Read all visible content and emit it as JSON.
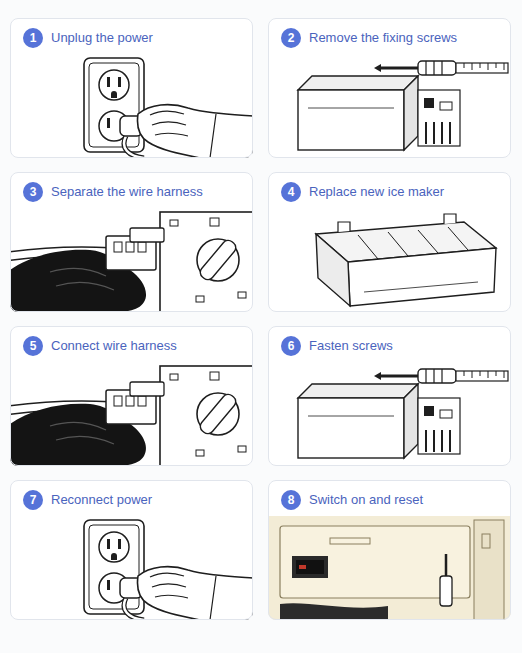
{
  "diagram": {
    "nodes": [
      {
        "text": [
          "Unplug the power"
        ]
      },
      {
        "text": [
          "1"
        ],
        "in": 0
      },
      {
        "text": [
          "Remove the fixing screws"
        ]
      },
      {
        "text": [
          "2"
        ],
        "in": 2
      },
      {
        "text": [
          "Separate the wire harness"
        ]
      },
      {
        "text": [
          "3"
        ],
        "in": 4
      },
      {
        "text": [
          "Replace new ice maker"
        ]
      },
      {
        "text": [
          "4"
        ],
        "in": 6
      },
      {
        "text": [
          "Connect wire harness"
        ]
      },
      {
        "text": [
          "5"
        ],
        "in": 8
      },
      {
        "text": [
          "Fasten screws"
        ]
      },
      {
        "text": [
          "6"
        ],
        "in": 10
      },
      {
        "text": [
          "Reconnect power"
        ]
      },
      {
        "text": [
          "7"
        ],
        "in": 12
      },
      {
        "text": [
          "Switch on and reset"
        ]
      },
      {
        "text": [
          "8"
        ],
        "in": 14
      }
    ]
  }
}
